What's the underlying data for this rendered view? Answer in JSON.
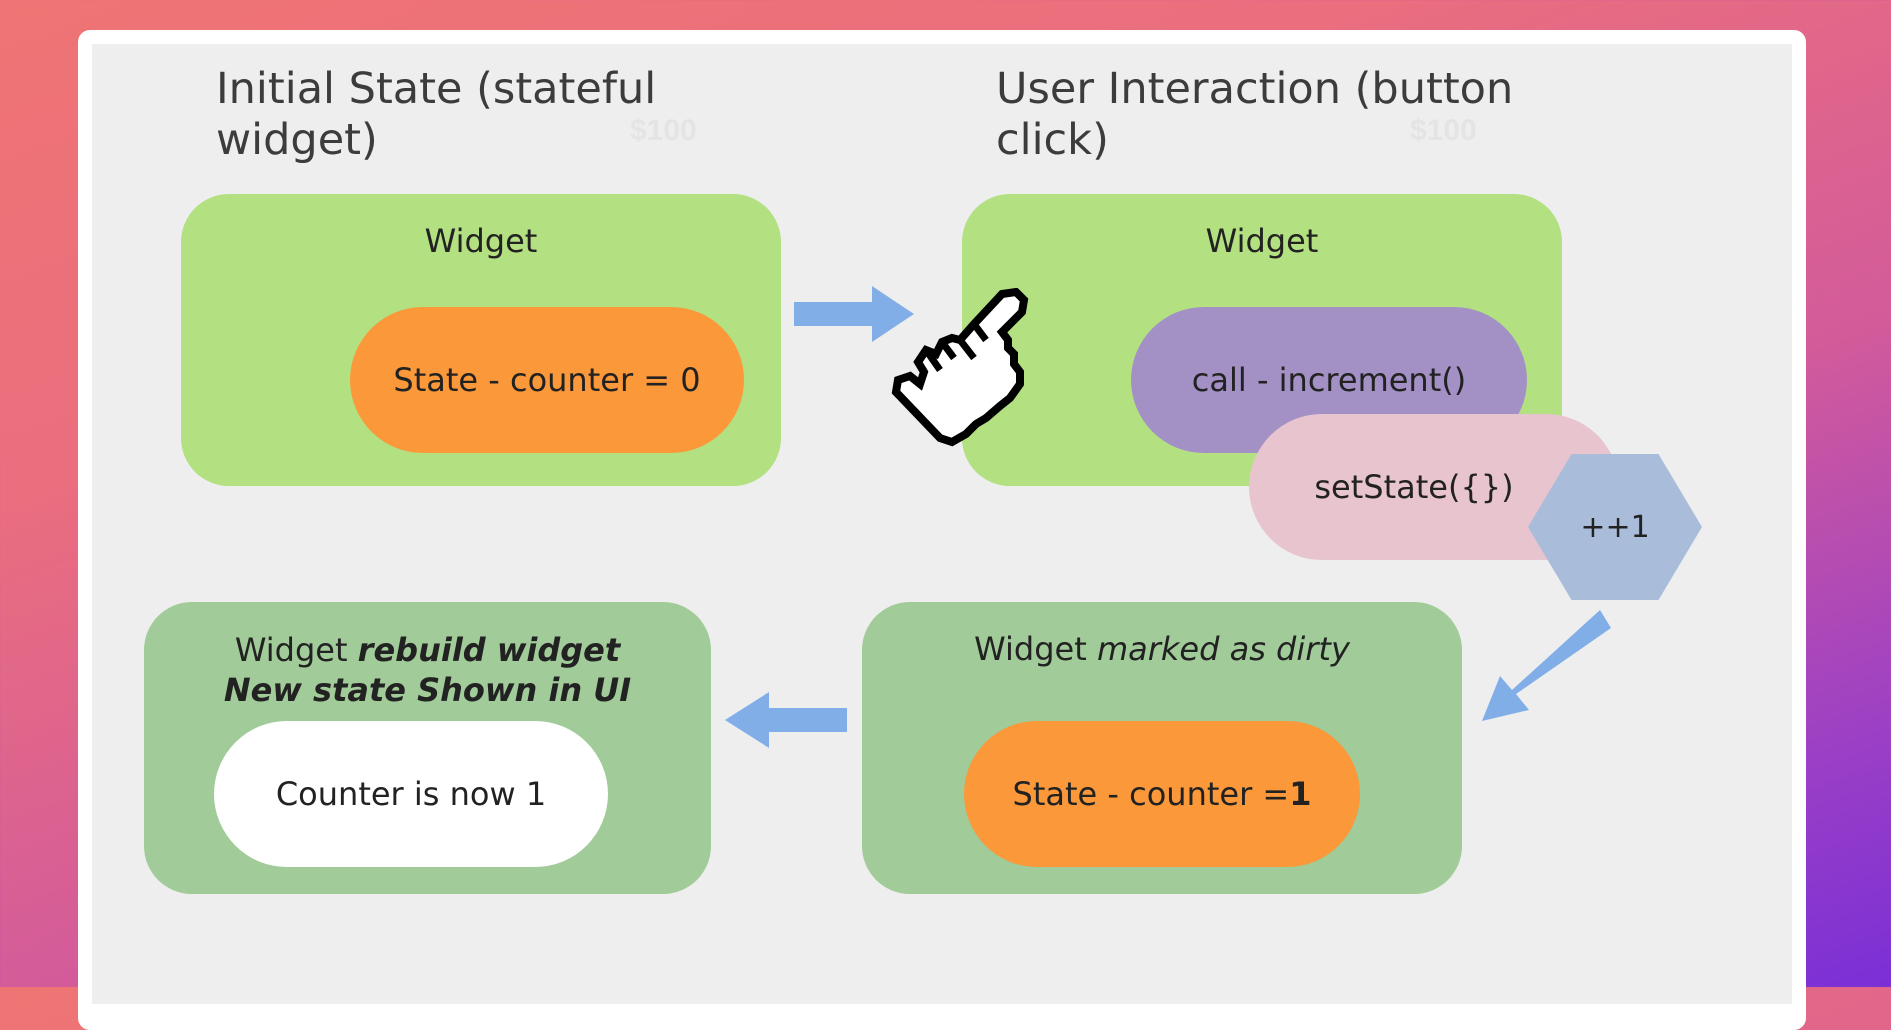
{
  "watermark": "$100",
  "panels": {
    "initial": {
      "heading_line1": "Initial State (stateful",
      "heading_line2": "widget)",
      "widget_label": "Widget",
      "state_pill": "State - counter = 0"
    },
    "interaction": {
      "heading_line1": "User Interaction (button",
      "heading_line2": "click)",
      "widget_label": "Widget",
      "call_pill": "call - increment()",
      "setstate_pill": "setState({})",
      "increment_hex": "++1",
      "cursor_icon": "hand-pointer-icon"
    },
    "dirty": {
      "label_prefix": "Widget",
      "label_emphasis": "marked as dirty",
      "state_prefix": "State - counter = ",
      "state_value": "1"
    },
    "rebuild": {
      "label_prefix": "Widget",
      "label_emphasis": "rebuild widget",
      "label_line2": "New state Shown in UI",
      "result_pill": "Counter is now 1"
    }
  },
  "colors": {
    "widget_box": "#b3e081",
    "rebuilt_box": "#a1cb98",
    "state_pill": "#fb9839",
    "call_pill": "#a391c6",
    "setstate_pill": "#e8c4ce",
    "hexagon": "#a9bddb",
    "arrow": "#82aee8"
  }
}
